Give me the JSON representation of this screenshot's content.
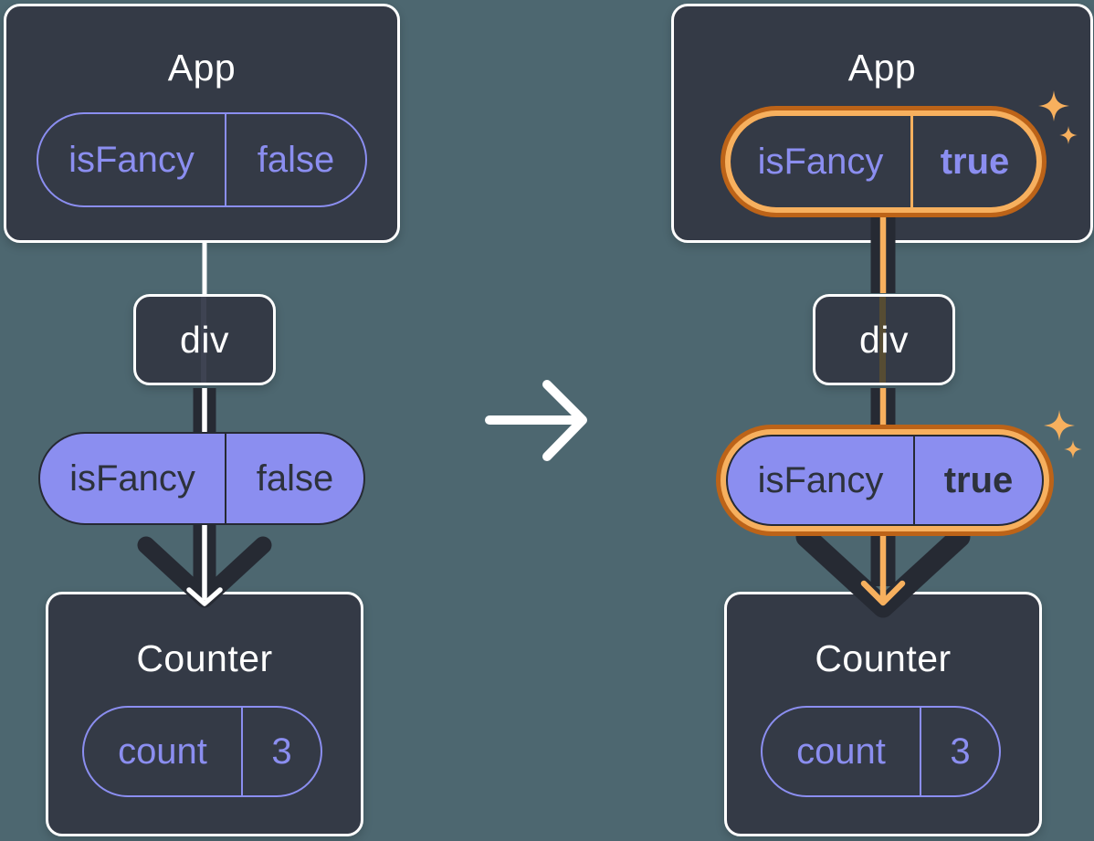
{
  "colors": {
    "background": "#4d6770",
    "card": "#343a46",
    "card_border": "#ffffff",
    "purple": "#8b8ef0",
    "dark": "#262a33",
    "orange_deep": "#bc6318",
    "orange_light": "#f7b05e"
  },
  "left_tree": {
    "app": {
      "title": "App",
      "prop_name": "isFancy",
      "prop_value": "false"
    },
    "div_node": {
      "label": "div"
    },
    "passed_prop": {
      "name": "isFancy",
      "value": "false"
    },
    "counter": {
      "title": "Counter",
      "state_name": "count",
      "state_value": "3"
    }
  },
  "right_tree": {
    "app": {
      "title": "App",
      "prop_name": "isFancy",
      "prop_value": "true"
    },
    "div_node": {
      "label": "div"
    },
    "passed_prop": {
      "name": "isFancy",
      "value": "true"
    },
    "counter": {
      "title": "Counter",
      "state_name": "count",
      "state_value": "3"
    }
  },
  "icons": {
    "transition_arrow": "right-arrow",
    "data_flow_arrow": "down-arrow",
    "highlight": "sparkle"
  }
}
